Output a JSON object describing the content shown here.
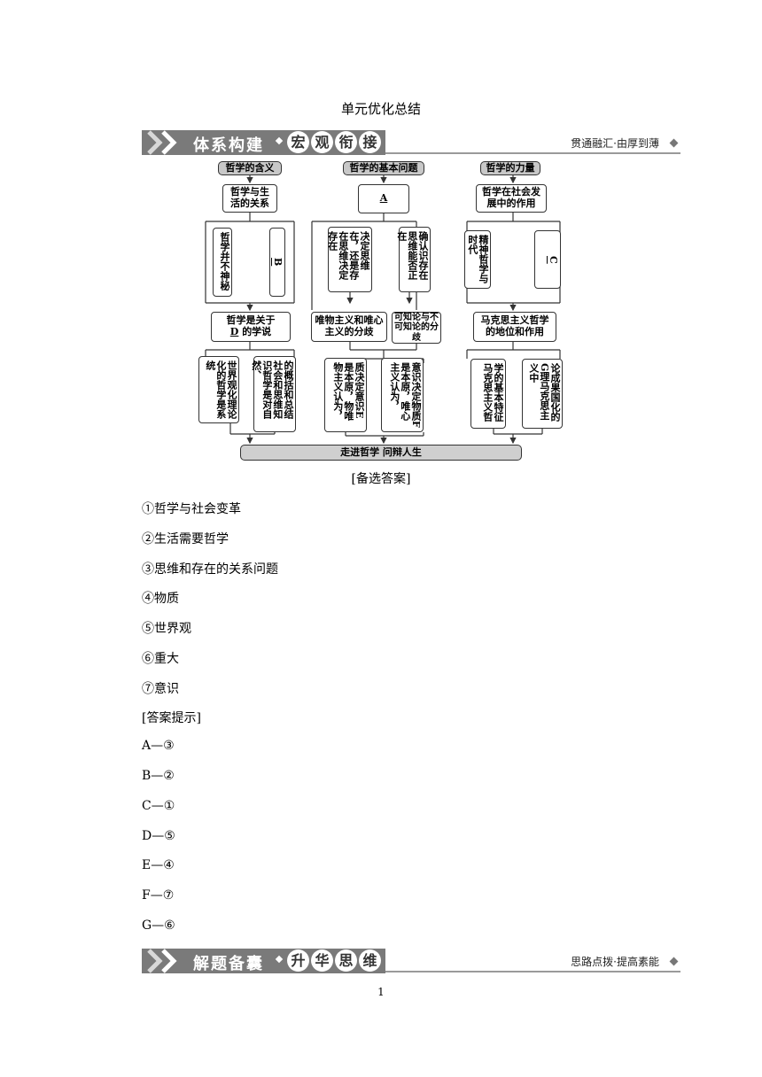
{
  "page_title": "单元优化总结",
  "banner1": {
    "left": "体系构建",
    "circles": [
      "宏",
      "观",
      "衔",
      "接"
    ],
    "right": "贯通融汇·由厚到薄"
  },
  "banner2": {
    "left": "解题备囊",
    "circles": [
      "升",
      "华",
      "思",
      "维"
    ],
    "right": "思路点拨·提高素能"
  },
  "diagram": {
    "col1": {
      "header": "哲学的含义",
      "top": "哲学与生活的关系",
      "left_branch": "哲学并不神秘",
      "right_branch": "B",
      "mid_pre": "哲学是关于",
      "mid_blank": "D",
      "mid_post": "的学说",
      "bottom_left": "世界观化理论化的哲学是系统",
      "bottom_right": "的概括和总结社会和思维知识哲学是对自然、"
    },
    "col2": {
      "header": "哲学的基本问题",
      "top": "A",
      "left_branch": "决定思维在，还是存在思维决定存在",
      "right_branch": "确认识存在思维能否正在",
      "mid_left": "唯物主义和唯心主义的分歧",
      "mid_right": "可知论与不可知论的分歧",
      "bottom_left": "质决定意识E是本原，物唯物主义认为，",
      "bottom_right": "意识决定物质F是本原，唯心主义认为，"
    },
    "col3": {
      "header": "哲学的力量",
      "top": "哲学在社会发展中的作用",
      "left_branch": "精神哲学与时代",
      "right_branch": "C",
      "mid": "马克思主义哲学的地位和作用",
      "bottom_left": "学的基本特征马克思主义哲",
      "bottom_right": "论成果国化的G理马克思主义中"
    },
    "footer": "走进哲学    问辩人生"
  },
  "caption": "[备选答案]",
  "options": [
    "①哲学与社会变革",
    "②生活需要哲学",
    "③思维和存在的关系问题",
    "④物质",
    "⑤世界观",
    "⑥重大",
    "⑦意识"
  ],
  "hint_title": "[答案提示]",
  "answers": [
    "A—③",
    "B—②",
    "C—①",
    "D—⑤",
    "E—④",
    "F—⑦",
    "G—⑥"
  ],
  "page_number": "1"
}
